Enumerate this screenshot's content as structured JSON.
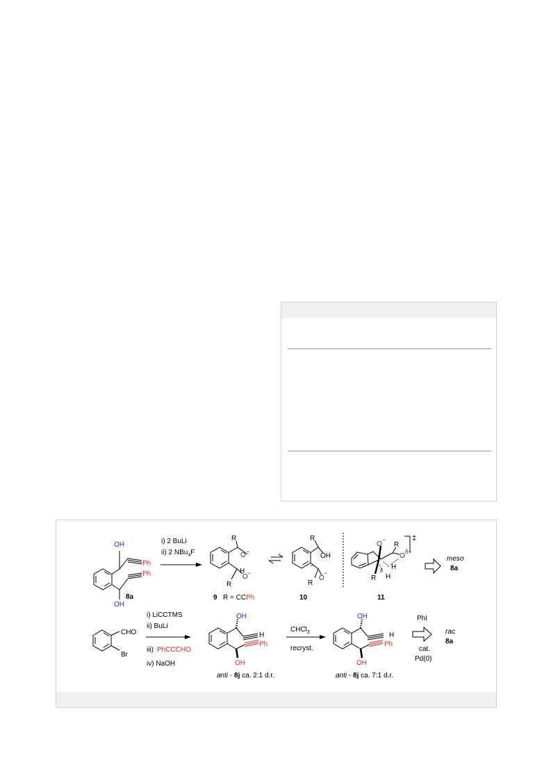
{
  "scheme": {
    "compounds": {
      "c8a": "8a",
      "c9": "9",
      "c9_def": "R = CC",
      "c9_def_ph": "Ph",
      "c10": "10",
      "c11": "11",
      "meso": "meso",
      "meso_id": "8a",
      "anti8j_a_italic": "anti",
      "anti8j_a_id": "8j",
      "anti8j_a_dr": "ca. 2:1 d.r.",
      "anti8j_b_italic": "anti",
      "anti8j_b_id": "8j",
      "anti8j_b_dr": "ca. 7:1 d.r.",
      "rac": "rac",
      "rac_id": "8a"
    },
    "reagents": {
      "r1": "i) 2 BuLi",
      "r2a": "ii) 2 NBu",
      "r2_sub": "4",
      "r2b": "F",
      "s1": "i) LiCCTMS",
      "s2": "ii) BuLi",
      "s3a": "iii)",
      "s3b": "PhCCCHO",
      "s4": "iv) NaOH",
      "chcl": "CHCl",
      "chcl_sub": "3",
      "recryst": "recryst.",
      "phi": "PhI",
      "cat": "cat.",
      "pd": "Pd(0)"
    },
    "atoms": {
      "OH": "OH",
      "Ph": "Ph",
      "R": "R",
      "O": "O",
      "minus": "−",
      "H": "H",
      "CHO": "CHO",
      "Br": "Br",
      "dagger": "‡",
      "delta_minus": "δ−",
      "delta": "δ"
    },
    "colors": {
      "red": "#e8262a",
      "blue": "#1f2fd6",
      "black": "#000000"
    }
  }
}
